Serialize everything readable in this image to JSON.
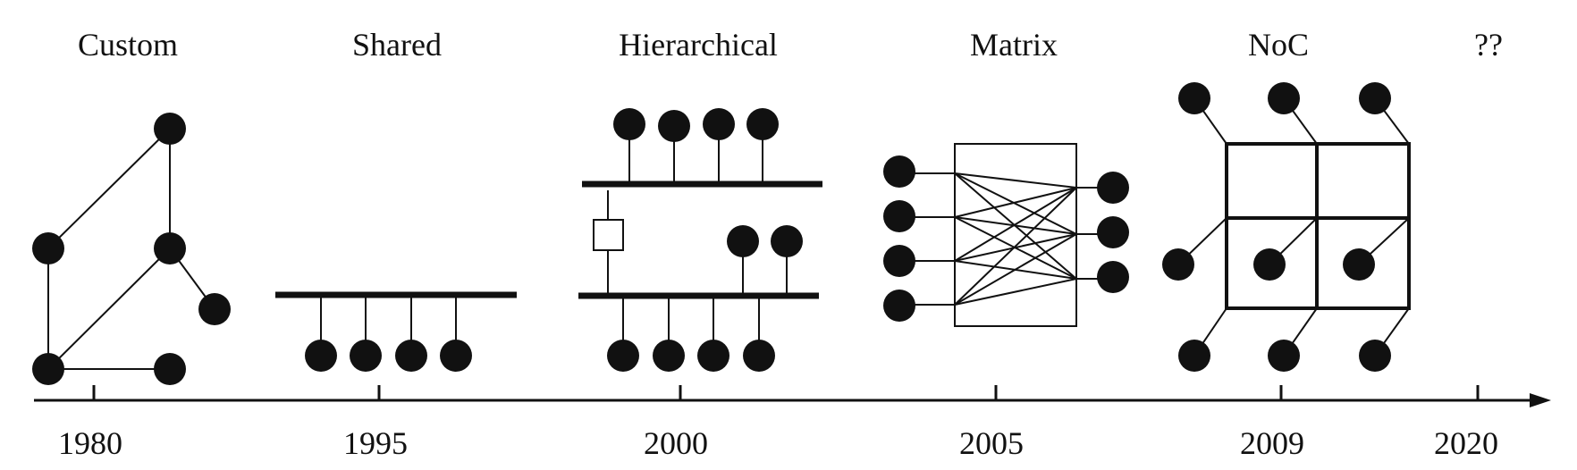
{
  "eras": [
    {
      "key": "custom",
      "title": "Custom",
      "year": "1980"
    },
    {
      "key": "shared",
      "title": "Shared",
      "year": "1995"
    },
    {
      "key": "hierarchical",
      "title": "Hierarchical",
      "year": "2000"
    },
    {
      "key": "matrix",
      "title": "Matrix",
      "year": "2005"
    },
    {
      "key": "noc",
      "title": "NoC",
      "year": "2009"
    },
    {
      "key": "future",
      "title": "??",
      "year": "2020"
    }
  ],
  "colors": {
    "ink": "#111111",
    "background": "#ffffff"
  }
}
